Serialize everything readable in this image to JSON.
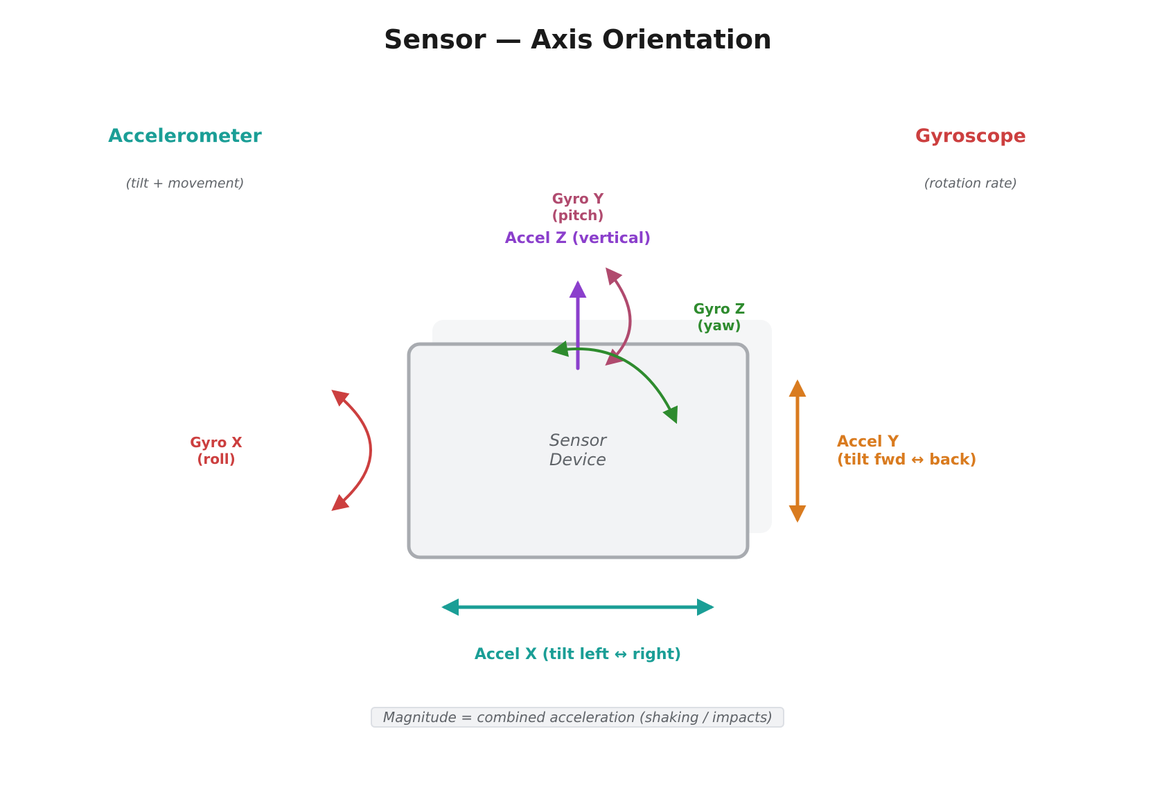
{
  "title": "Sensor — Axis Orientation",
  "accelerometer": {
    "heading": "Accelerometer",
    "subtitle": "(tilt + movement)",
    "color": "#1a9e96"
  },
  "gyroscope": {
    "heading": "Gyroscope",
    "subtitle": "(rotation rate)",
    "color": "#cc3f3f"
  },
  "device": {
    "line1": "Sensor",
    "line2": "Device"
  },
  "axes": {
    "accel_x": {
      "label": "Accel X  (tilt left ↔ right)",
      "color": "#1a9e96"
    },
    "accel_y": {
      "line1": "Accel Y",
      "line2": "(tilt fwd ↔ back)",
      "color": "#d97b1f"
    },
    "accel_z": {
      "label": "Accel Z  (vertical)",
      "color": "#8b3fcc"
    },
    "gyro_x": {
      "line1": "Gyro X",
      "line2": "(roll)",
      "color": "#cc3f3f"
    },
    "gyro_y": {
      "line1": "Gyro Y",
      "line2": "(pitch)",
      "color": "#b04a6e"
    },
    "gyro_z": {
      "line1": "Gyro Z",
      "line2": "(yaw)",
      "color": "#2e8b2e"
    }
  },
  "note": "Magnitude = combined acceleration (shaking / impacts)"
}
